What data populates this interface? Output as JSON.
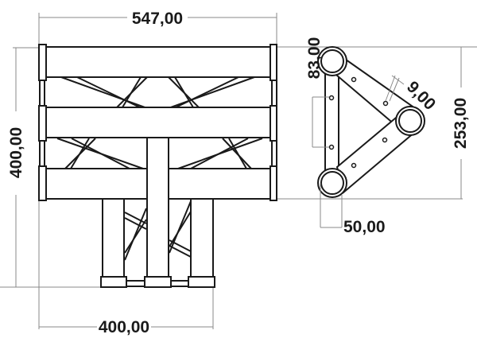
{
  "drawing": {
    "front_view": {
      "width_label": "547,00",
      "height_label": "400,00",
      "base_width_label": "400,00"
    },
    "side_view": {
      "height_label": "253,00",
      "offset_label": "83,00",
      "tube_label": "50,00",
      "hole_label": "9,00"
    }
  },
  "colors": {
    "line": "#1a1a1a",
    "dimension": "#888888",
    "background": "#ffffff"
  }
}
